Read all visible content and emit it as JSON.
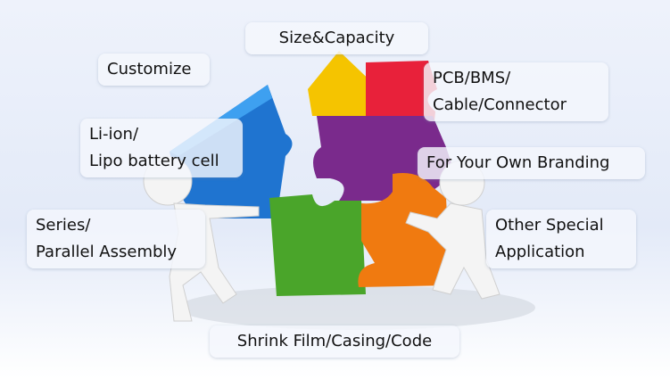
{
  "labels": {
    "size_capacity": "Size&Capacity",
    "customize": "Customize",
    "pcb_line1": "PCB/BMS/",
    "pcb_line2": "Cable/Connector",
    "liion_line1": "Li-ion/",
    "liion_line2": "Lipo battery cell",
    "branding": "For Your Own Branding",
    "series_line1": "Series/",
    "series_line2": "Parallel Assembly",
    "other_line1": "Other Special",
    "other_line2": "Application",
    "shrink": "Shrink Film/Casing/Code"
  },
  "colors": {
    "yellow": "#f5c400",
    "red": "#e8213a",
    "purple": "#7a2a8c",
    "blue": "#1f74d0",
    "green": "#4aa52a",
    "orange": "#f07a10"
  }
}
